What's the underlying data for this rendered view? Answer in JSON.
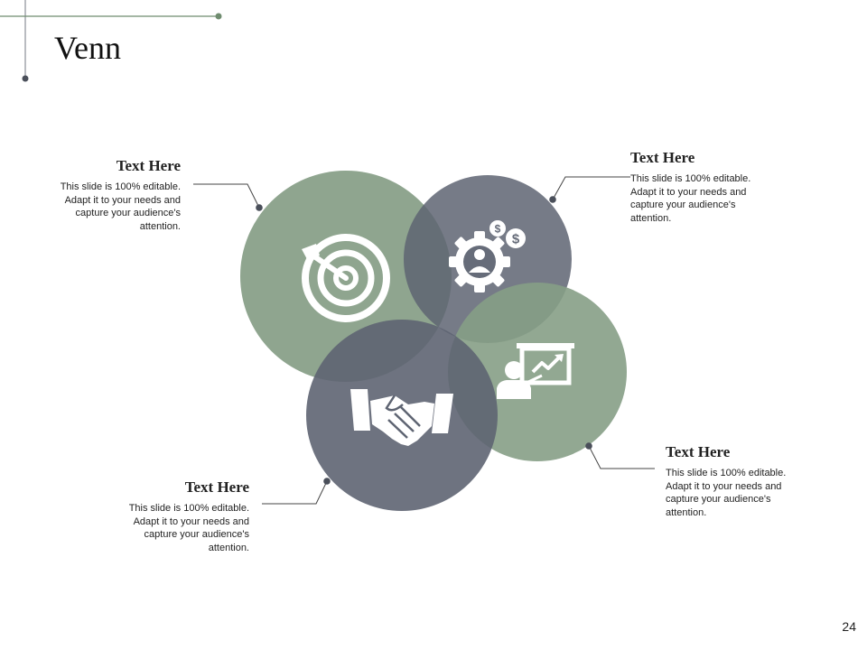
{
  "slide": {
    "title": "Venn",
    "page_number": "24"
  },
  "colors": {
    "green": "#869e86",
    "slate": "#5e6472",
    "accent_line": "#6f8c6f",
    "dot": "#4a4f5a"
  },
  "callouts": [
    {
      "id": "top-left",
      "heading": "Text Here",
      "body": "This slide is 100% editable. Adapt it to your needs and capture your audience's attention."
    },
    {
      "id": "top-right",
      "heading": "Text Here",
      "body": "This slide is 100% editable. Adapt it to your needs and capture your audience's attention."
    },
    {
      "id": "bottom-right",
      "heading": "Text Here",
      "body": "This slide is 100% editable. Adapt it to your needs and capture your audience's attention."
    },
    {
      "id": "bottom-left",
      "heading": "Text Here",
      "body": "This slide is 100% editable. Adapt it to your needs and capture your audience's attention."
    }
  ],
  "circles": [
    {
      "id": "target",
      "icon": "target-icon",
      "color": "green"
    },
    {
      "id": "gear",
      "icon": "gear-person-icon",
      "color": "slate"
    },
    {
      "id": "presentation",
      "icon": "presentation-icon",
      "color": "green"
    },
    {
      "id": "handshake",
      "icon": "handshake-icon",
      "color": "slate"
    }
  ]
}
